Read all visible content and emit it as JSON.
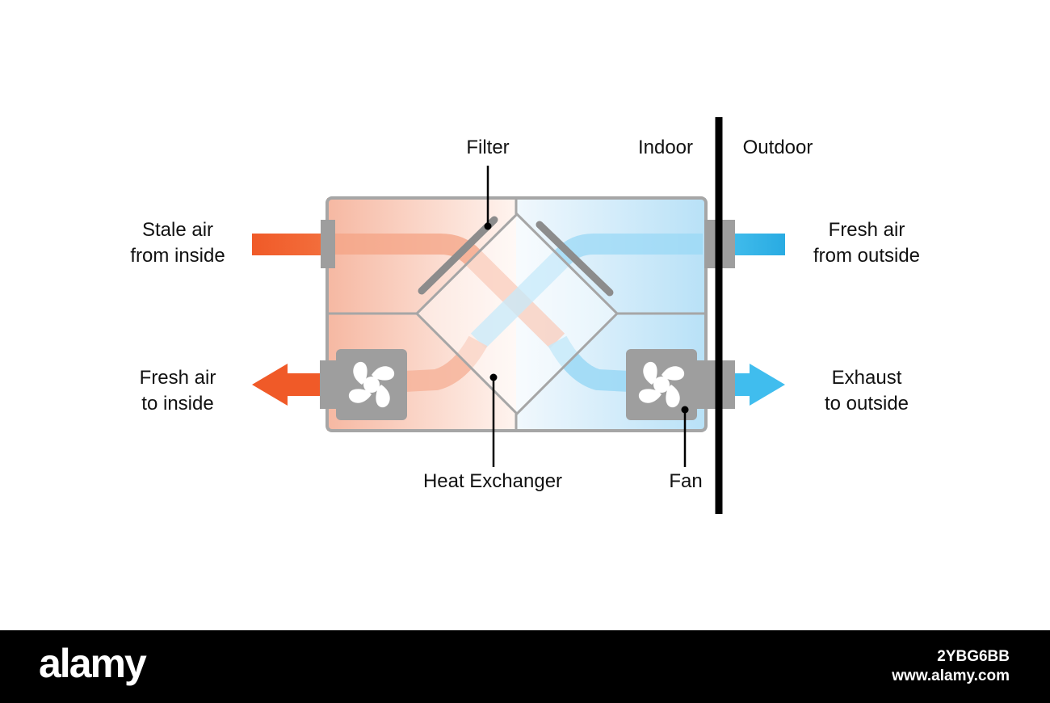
{
  "labels": {
    "filter": "Filter",
    "indoor": "Indoor",
    "outdoor": "Outdoor",
    "stale_air": [
      "Stale air",
      "from inside"
    ],
    "fresh_from_outside": [
      "Fresh air",
      "from outside"
    ],
    "fresh_to_inside": [
      "Fresh air",
      "to inside"
    ],
    "exhaust": [
      "Exhaust",
      "to outside"
    ],
    "heat_exchanger": "Heat Exchanger",
    "fan": "Fan"
  },
  "colors": {
    "warm": "#f05a28",
    "warm_light": "#f6b49b",
    "cool": "#29abe2",
    "cool_light": "#9ad8f5",
    "housing": "#9e9e9e",
    "wall": "#000000"
  },
  "watermark": {
    "brand": "alamy",
    "image_code": "2YBG6BB",
    "site": "www.alamy.com"
  }
}
